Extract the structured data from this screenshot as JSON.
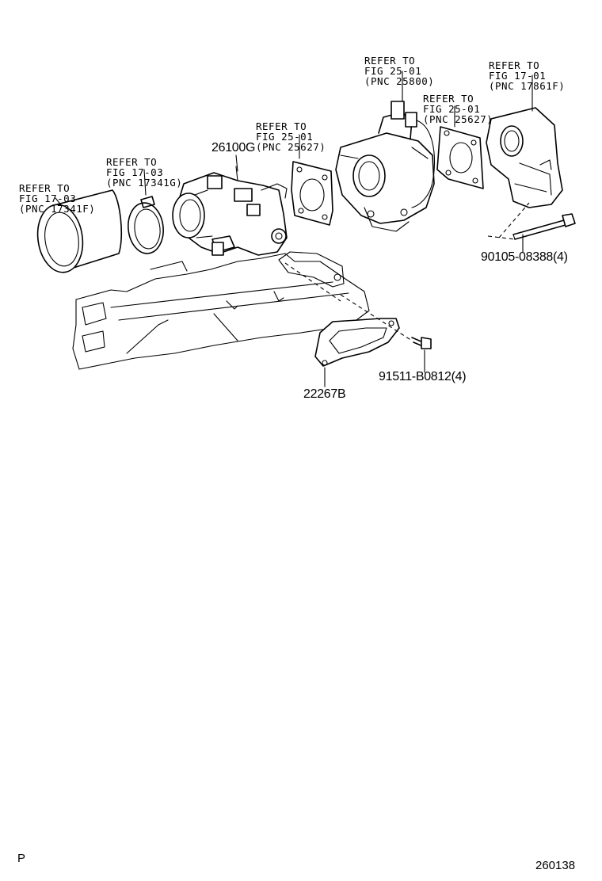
{
  "references": [
    {
      "id": "ref-hose",
      "lines": [
        "REFER TO",
        "FIG 17-03",
        "(PNC 17341F)"
      ]
    },
    {
      "id": "ref-clamp",
      "lines": [
        "REFER TO",
        "FIG 17-03",
        "(PNC 17341G)"
      ]
    },
    {
      "id": "ref-gasket-1",
      "lines": [
        "REFER TO",
        "FIG 25-01",
        "(PNC 25627)"
      ]
    },
    {
      "id": "ref-egr-valve",
      "lines": [
        "REFER TO",
        "FIG 25-01",
        "(PNC 25800)"
      ]
    },
    {
      "id": "ref-gasket-2",
      "lines": [
        "REFER TO",
        "FIG 25-01",
        "(PNC 25627)"
      ]
    },
    {
      "id": "ref-outlet",
      "lines": [
        "REFER TO",
        "FIG 17-01",
        "(PNC 17861F)"
      ]
    }
  ],
  "parts": {
    "throttle_body": "26100G",
    "gasket": "22267B",
    "bolt_long": "90105-08388(4)",
    "bolt_short": "91511-B0812(4)"
  },
  "footer": {
    "left_mark": "P",
    "figure_number": "260138"
  }
}
